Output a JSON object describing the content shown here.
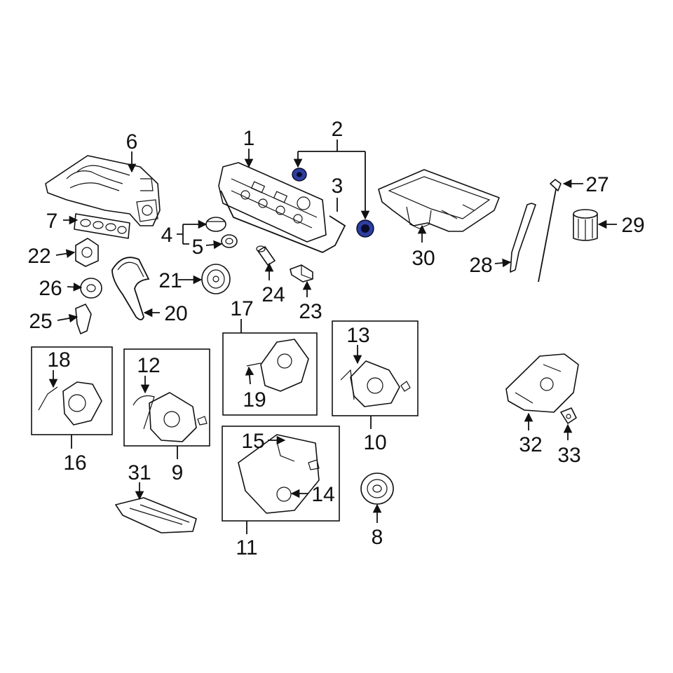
{
  "diagram": {
    "callouts": [
      "1",
      "2",
      "3",
      "4",
      "5",
      "6",
      "7",
      "8",
      "9",
      "10",
      "11",
      "12",
      "13",
      "14",
      "15",
      "16",
      "17",
      "18",
      "19",
      "20",
      "21",
      "22",
      "23",
      "24",
      "25",
      "26",
      "27",
      "28",
      "29",
      "30",
      "31",
      "32",
      "33"
    ]
  },
  "colors": {
    "background": "#ffffff",
    "line_art": "#111111",
    "highlight": "#2c3e9e"
  }
}
